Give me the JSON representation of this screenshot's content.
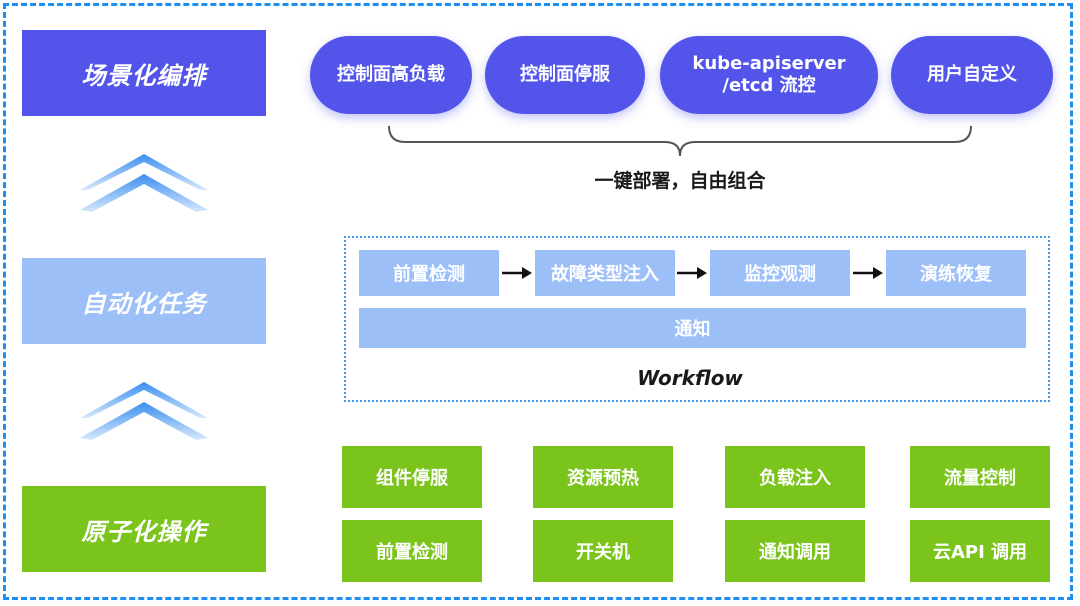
{
  "layers": {
    "scenario": "场景化编排",
    "automation": "自动化任务",
    "atomic": "原子化操作"
  },
  "scenarios": [
    "控制面高负载",
    "控制面停服",
    "kube-apiserver\n/etcd 流控",
    "用户自定义"
  ],
  "scenario_caption": "一键部署，自由组合",
  "workflow": {
    "steps": [
      "前置检测",
      "故障类型注入",
      "监控观测",
      "演练恢复"
    ],
    "notify": "通知",
    "label": "Workflow"
  },
  "atomic_ops": [
    "组件停服",
    "资源预热",
    "负载注入",
    "流量控制",
    "前置检测",
    "开关机",
    "通知调用",
    "云API 调用"
  ],
  "colors": {
    "scenario": "#5254ea",
    "automation": "#9dbff8",
    "atomic": "#7ac41c",
    "border": "#1f8ef1"
  }
}
